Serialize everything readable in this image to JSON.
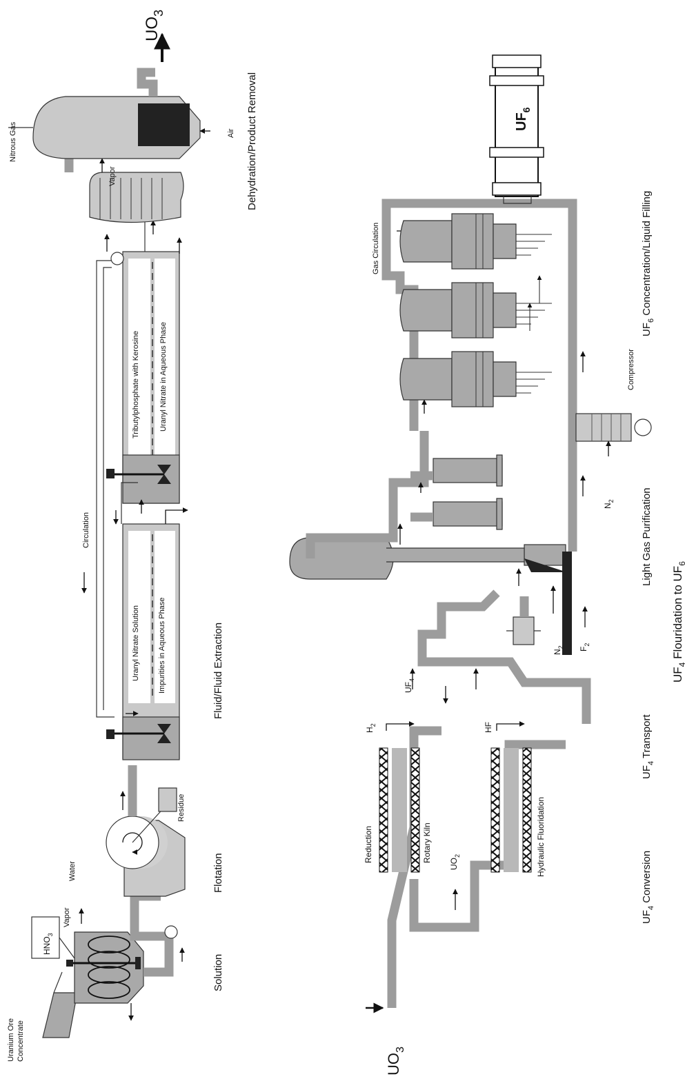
{
  "diagram": {
    "top_section": {
      "stage_titles": {
        "solution": "Solution",
        "flotation": "Flotation",
        "extraction": "Fluid/Fluid Extraction",
        "dehydration": "Dehydration/Product Removal"
      },
      "labels": {
        "uranium_ore": "Uranium Ore",
        "concentrate": "Concentrate",
        "hno3": "HNO",
        "hno3_sub": "3",
        "vapor_solution": "Vapor",
        "water": "Water",
        "residue": "Residue",
        "circulation": "Circulation",
        "uranyl_nitrate_solution": "Uranyl Nitrate Solution",
        "impurities": "Impurities in Aqueous Phase",
        "tributylphosphate": "Tributylphosphate with Kerosine",
        "uranyl_nitrate_aqueous": "Uranyl Nitrate in Aqueous Phase",
        "vapor_dehydration": "Vapor",
        "nitrous_gas": "Nitrous Gas",
        "air": "Air",
        "uo3_product": "UO",
        "uo3_product_sub": "3"
      }
    },
    "bottom_section": {
      "stage_titles": {
        "uf4_conversion": "UF",
        "uf4_conversion_sub": "4",
        "uf4_conversion_rest": " Conversion",
        "uf4_transport": "UF",
        "uf4_transport_sub": "4",
        "uf4_transport_rest": " Transport",
        "light_gas": "Light Gas Purification",
        "uf6_conc": "UF",
        "uf6_conc_sub": "6",
        "uf6_conc_rest": " Concentration/Liquid Filling",
        "overall_a": "UF",
        "overall_a_sub": "4",
        "overall_b": " Flouridation to UF",
        "overall_b_sub": "6"
      },
      "labels": {
        "uo3_input": "UO",
        "uo3_input_sub": "3",
        "reduction": "Reduction",
        "rotary_kiln": "Rotary Kiln",
        "uo2": "UO",
        "uo2_sub": "2",
        "hydraulic_fluoridation": "Hydraulic Fluoridation",
        "h2": "H",
        "h2_sub": "2",
        "hf": "HF",
        "uf4": "UF",
        "uf4_sub": "4",
        "n2_a": "N",
        "n2_a_sub": "2",
        "f2": "F",
        "f2_sub": "2",
        "n2_b": "N",
        "n2_b_sub": "2",
        "compressor": "Compressor",
        "gas_circulation": "Gas Circulation",
        "uf6": "UF",
        "uf6_sub": "6"
      }
    }
  }
}
